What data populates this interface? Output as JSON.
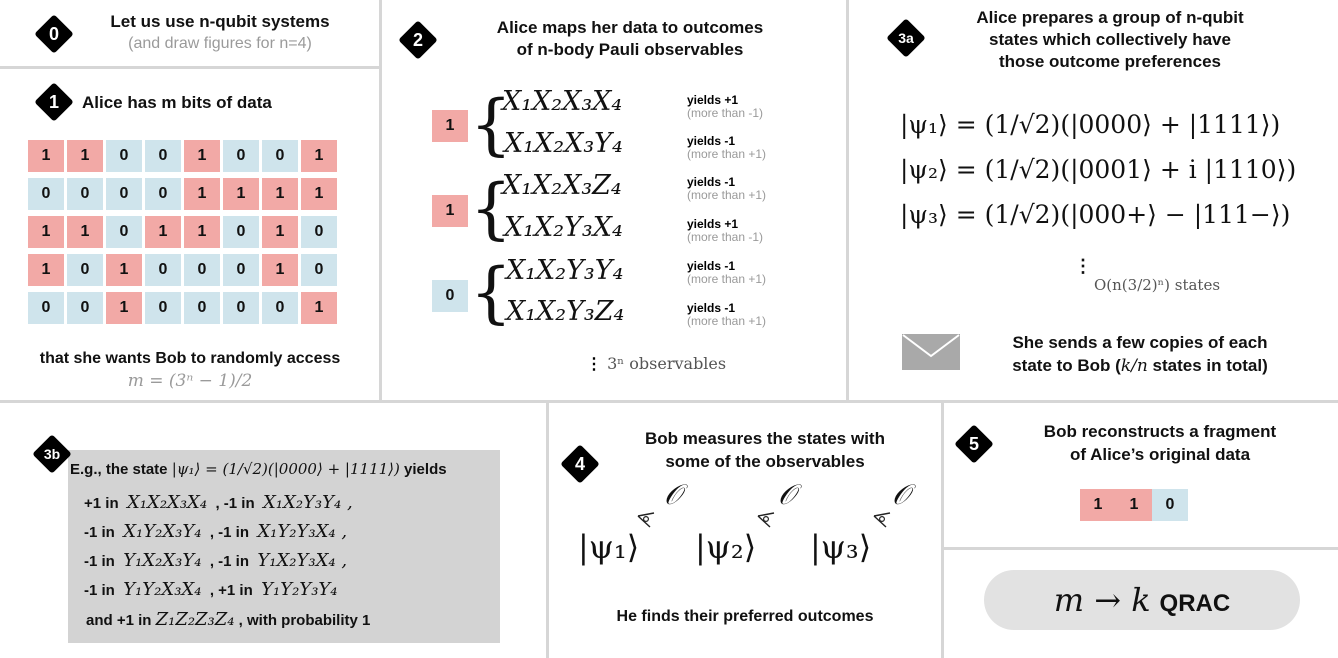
{
  "panel0": {
    "badge": "0",
    "title": "Let us use n-qubit systems",
    "subtitle": "(and draw figures for n=4)"
  },
  "panel1": {
    "badge": "1",
    "title": "Alice has m bits of data",
    "grid": [
      [
        "1",
        "1",
        "0",
        "0",
        "1",
        "0",
        "0",
        "1"
      ],
      [
        "0",
        "0",
        "0",
        "0",
        "1",
        "1",
        "1",
        "1"
      ],
      [
        "1",
        "1",
        "0",
        "1",
        "1",
        "0",
        "1",
        "0"
      ],
      [
        "1",
        "0",
        "1",
        "0",
        "0",
        "0",
        "1",
        "0"
      ],
      [
        "0",
        "0",
        "1",
        "0",
        "0",
        "0",
        "0",
        "1"
      ]
    ],
    "caption": "that she wants Bob to randomly access",
    "formula": "m = (3ⁿ − 1)/2"
  },
  "panel2": {
    "badge": "2",
    "title_line1": "Alice maps her data to outcomes",
    "title_line2": "of n-body Pauli observables",
    "groups": [
      {
        "bit": "1",
        "rows": [
          {
            "obs": "X₁X₂X₃X₄",
            "yields": "yields +1",
            "note": "(more than -1)"
          },
          {
            "obs": "X₁X₂X₃Y₄",
            "yields": "yields -1",
            "note": "(more than +1)"
          }
        ]
      },
      {
        "bit": "1",
        "rows": [
          {
            "obs": "X₁X₂X₃Z₄",
            "yields": "yields -1",
            "note": "(more than +1)"
          },
          {
            "obs": "X₁X₂Y₃X₄",
            "yields": "yields +1",
            "note": "(more than -1)"
          }
        ]
      },
      {
        "bit": "0",
        "rows": [
          {
            "obs": "X₁X₂Y₃Y₄",
            "yields": "yields -1",
            "note": "(more than +1)"
          },
          {
            "obs": "X₁X₂Y₃Z₄",
            "yields": "yields -1",
            "note": "(more than +1)"
          }
        ]
      }
    ],
    "footer": "3ⁿ observables"
  },
  "panel3a": {
    "badge": "3a",
    "title_line1": "Alice prepares a group of n-qubit",
    "title_line2": "states which collectively have",
    "title_line3": "those outcome preferences",
    "states": [
      "|ψ₁⟩ = (1/√2)(|0000⟩ + |1111⟩)",
      "|ψ₂⟩ = (1/√2)(|0001⟩ + i |1110⟩)",
      "|ψ₃⟩ = (1/√2)(|000+⟩ − |111−⟩)"
    ],
    "count": "O(n(3/2)ⁿ) states",
    "send_line1": "She sends a few copies of each",
    "send_line2_pre": "state to Bob (",
    "send_line2_math": "k/n",
    "send_line2_post": " states in total)"
  },
  "panel3b": {
    "badge": "3b",
    "intro": "E.g., the state",
    "intro_state": "|ψ₁⟩ = (1/√2)(|0000⟩ + |1111⟩)",
    "intro_post": "yields",
    "lines": [
      [
        {
          "v": "+1",
          "in": "in",
          "o": "X₁X₂X₃X₄"
        },
        {
          "v": ", -1",
          "in": "in",
          "o": "X₁X₂Y₃Y₄ ,"
        }
      ],
      [
        {
          "v": "-1",
          "in": "in",
          "o": "X₁Y₂X₃Y₄"
        },
        {
          "v": ", -1",
          "in": "in",
          "o": "X₁Y₂Y₃X₄ ,"
        }
      ],
      [
        {
          "v": "-1",
          "in": "in",
          "o": "Y₁X₂X₃Y₄"
        },
        {
          "v": ", -1",
          "in": "in",
          "o": "Y₁X₂Y₃X₄ ,"
        }
      ],
      [
        {
          "v": "-1",
          "in": "in",
          "o": "Y₁Y₂X₃X₄"
        },
        {
          "v": ", +1",
          "in": "in",
          "o": "Y₁Y₂Y₃Y₄"
        }
      ]
    ],
    "last_pre": "and  +1  in",
    "last_obs": "Z₁Z₂Z₃Z₄",
    "last_post": ", with probability 1"
  },
  "panel4": {
    "badge": "4",
    "title_line1": "Bob measures the states with",
    "title_line2": "some of the observables",
    "kets": [
      "|ψ₁⟩",
      "|ψ₂⟩",
      "|ψ₃⟩"
    ],
    "operator": "𝒪",
    "footer": "He finds their preferred outcomes"
  },
  "panel5": {
    "badge": "5",
    "title_line1": "Bob reconstructs a fragment",
    "title_line2": "of Alice’s original data",
    "bits": [
      "1",
      "1",
      "0"
    ],
    "qrac_math": "m → k",
    "qrac_label": "QRAC"
  },
  "colors": {
    "one": "#f2a9a6",
    "zero": "#cfe4ec",
    "divider": "#d6d6d6",
    "box": "#d3d3d3"
  }
}
